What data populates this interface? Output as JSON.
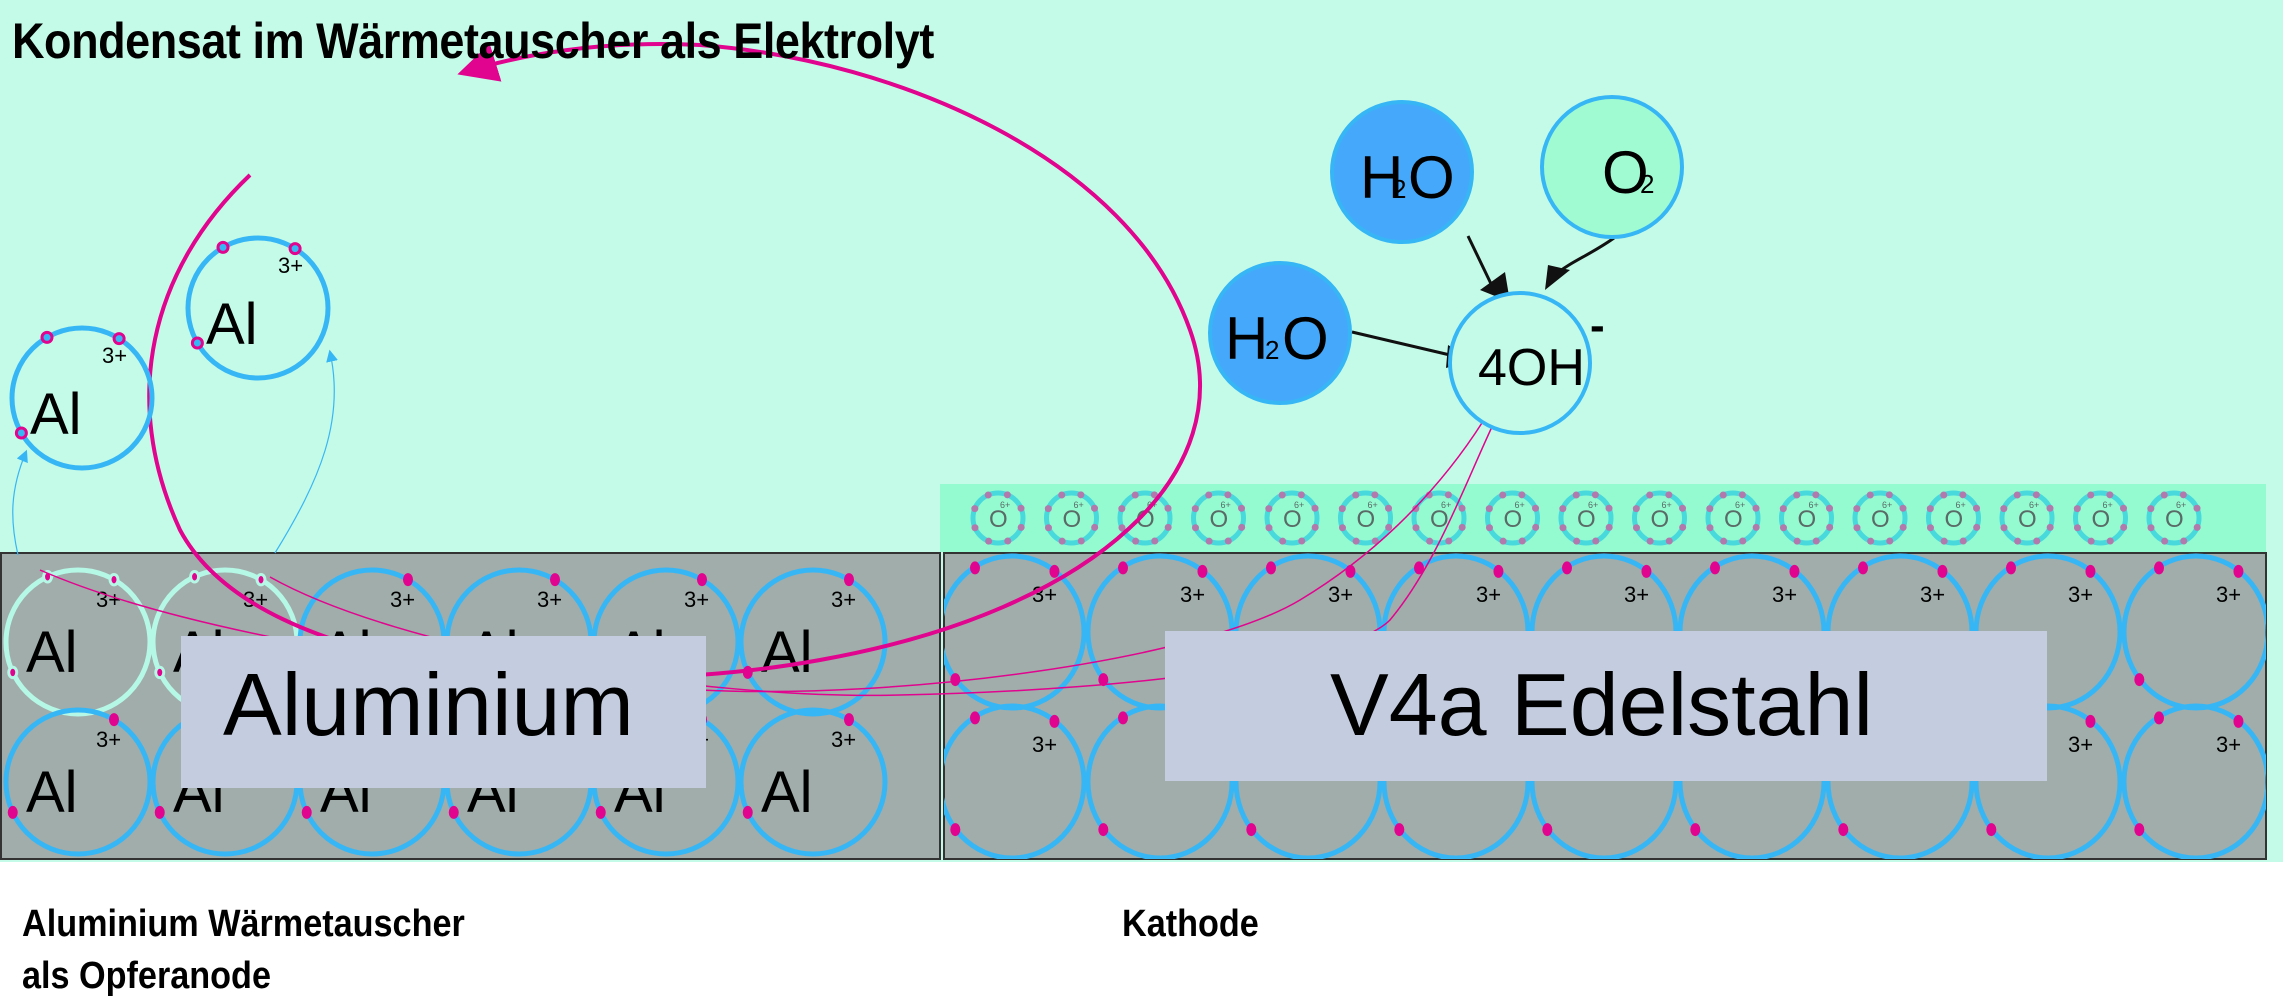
{
  "title": "Kondensat im Wärmetauscher als Elektrolyt",
  "colors": {
    "electrolyte_bg": "#c4fbe8",
    "oxide_layer": "#94fbd1",
    "metal_bg": "#a0adab",
    "ion_ring": "#37b6f5",
    "oxide_ring": "#47d9dc",
    "electron": "#e1048e",
    "oxide_electron": "#b279ad",
    "water_fill": "#45a8fb",
    "oxygen_fill": "#a0fbd3",
    "label_box": "#c4cde0",
    "anode_ion_ring": "#b6f8e6"
  },
  "anode": {
    "label": "Aluminium",
    "caption_line1": "Aluminium Wärmetauscher",
    "caption_line2": "als Opferanode",
    "atom_symbol": "Al",
    "charge": "3+",
    "rows": 2,
    "columns": 6
  },
  "cathode": {
    "label": "V4a Edelstahl",
    "caption": "Kathode",
    "charge": "3+",
    "rows": 2,
    "columns": 9
  },
  "oxide_layer": {
    "atom_symbol": "O",
    "charge": "6+",
    "count": 17
  },
  "dissolved_ions": [
    {
      "symbol": "Al",
      "charge": "3+"
    },
    {
      "symbol": "Al",
      "charge": "3+"
    }
  ],
  "reaction": {
    "reactants": [
      {
        "id": "water1",
        "label_main": "H",
        "label_sub": "2",
        "label_tail": "O"
      },
      {
        "id": "water2",
        "label_main": "H",
        "label_sub": "2",
        "label_tail": "O"
      },
      {
        "id": "oxygen",
        "label_main": "O",
        "label_sub": "2",
        "label_tail": ""
      }
    ],
    "product": {
      "label": "4OH",
      "charge": "-"
    }
  }
}
